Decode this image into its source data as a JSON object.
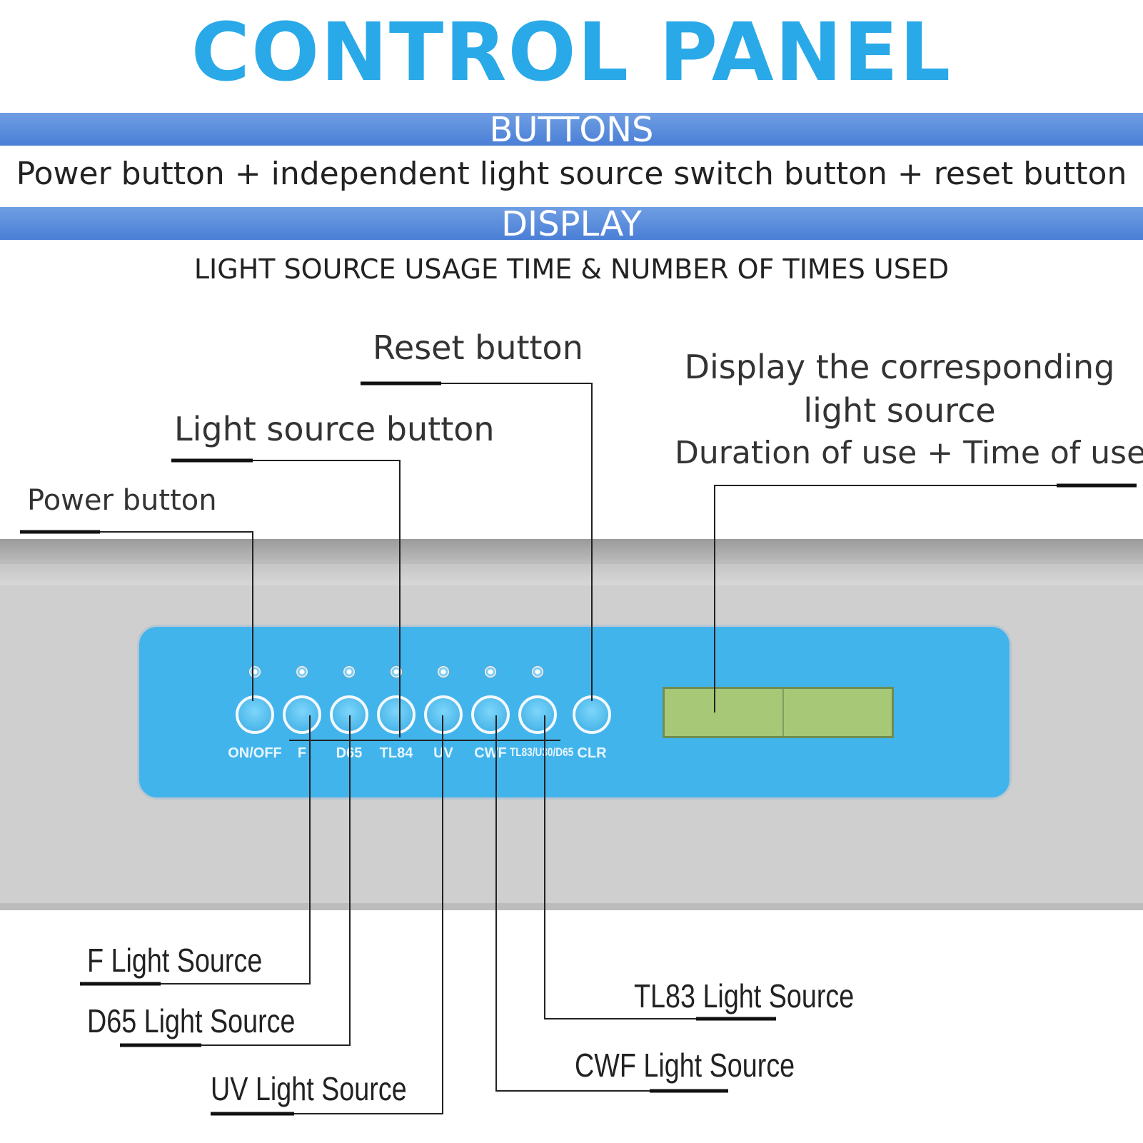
{
  "title": "CONTROL PANEL",
  "sections": {
    "buttons": {
      "heading": "BUTTONS",
      "text": "Power button + independent light source switch button + reset button"
    },
    "display": {
      "heading": "DISPLAY",
      "text": "LIGHT SOURCE USAGE TIME & NUMBER OF TIMES USED"
    }
  },
  "callouts": {
    "reset": "Reset button",
    "light_source": "Light source button",
    "power": "Power button",
    "display_line1": "Display the corresponding",
    "display_line2": "light source",
    "display_line3": "Duration of use + Time of use",
    "f": "F Light Source",
    "d65": "D65 Light Source",
    "uv": "UV Light Source",
    "tl83": "TL83 Light Source",
    "cwf": "CWF Light Source"
  },
  "panel": {
    "buttons": [
      {
        "label": "ON/OFF"
      },
      {
        "label": "F"
      },
      {
        "label": "D65"
      },
      {
        "label": "TL84"
      },
      {
        "label": "UV"
      },
      {
        "label": "CWF"
      },
      {
        "label": "TL83/U30/D65"
      },
      {
        "label": "CLR"
      }
    ]
  },
  "colors": {
    "title": "#29a9e8",
    "band": "#4a7fd6",
    "plate": "#42b4ec",
    "lcd": "#a6c877"
  }
}
